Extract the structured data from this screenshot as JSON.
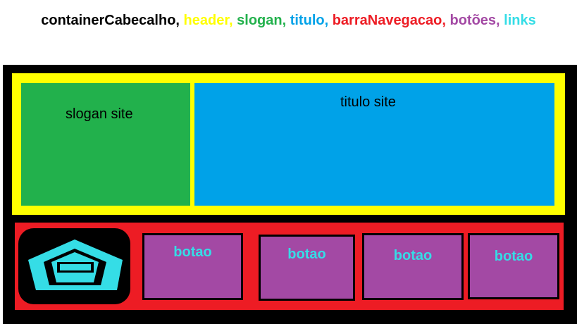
{
  "legend": [
    {
      "text": "containerCabecalho,",
      "color": "#000000"
    },
    {
      "text": "header,",
      "color": "#ffff00"
    },
    {
      "text": "slogan,",
      "color": "#22b14c"
    },
    {
      "text": "titulo,",
      "color": "#00a2e8"
    },
    {
      "text": "barraNavegacao,",
      "color": "#ed1c24"
    },
    {
      "text": "botões,",
      "color": "#a349a4"
    },
    {
      "text": "links",
      "color": "#35dde6"
    }
  ],
  "slogan": {
    "label": "slogan site"
  },
  "titulo": {
    "label": "titulo site"
  },
  "nav": {
    "logo_icon": "pentagon-logo-icon",
    "buttons": [
      "botao",
      "botao",
      "botao",
      "botao"
    ]
  }
}
